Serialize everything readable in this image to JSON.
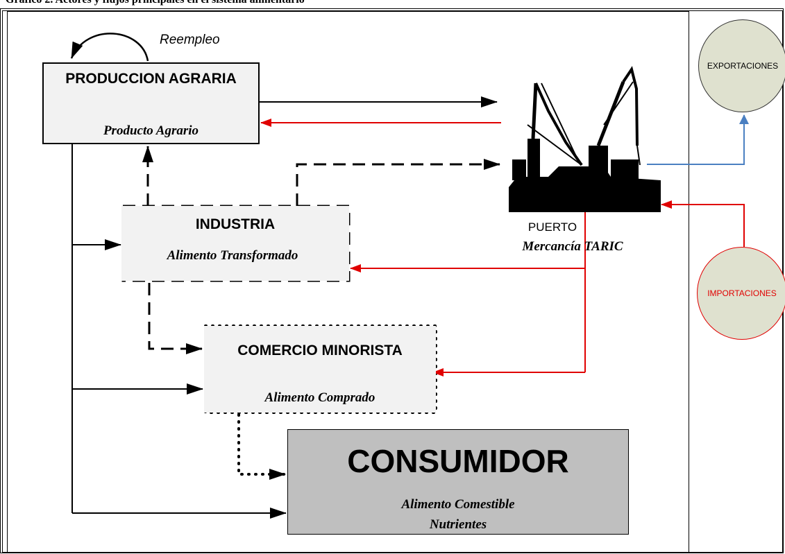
{
  "title": "Gráfico 2. Actores y flujos principales en el sistema alimentario",
  "reempleo": "Reempleo",
  "nodes": {
    "produccion": {
      "label": "PRODUCCION AGRARIA",
      "sub": "Producto Agrario"
    },
    "industria": {
      "label": "INDUSTRIA",
      "sub": "Alimento Transformado"
    },
    "comercio": {
      "label": "COMERCIO MINORISTA",
      "sub": "Alimento Comprado"
    },
    "consumidor": {
      "label": "CONSUMIDOR",
      "sub_line1": "Alimento Comestible",
      "sub_line2": "Nutrientes"
    },
    "puerto": {
      "label": "PUERTO",
      "sub": "Mercancía TARIC"
    },
    "exportaciones": {
      "label": "EXPORTACIONES"
    },
    "importaciones": {
      "label": "IMPORTACIONES"
    }
  },
  "colors": {
    "black": "#000000",
    "red": "#e00000",
    "blue": "#4a7fc1",
    "box_fill": "#f2f2f2",
    "consumer_fill": "#bfbfbf",
    "circle_fill": "#dfe1cf"
  },
  "icons": {
    "port": "port-cranes-icon"
  }
}
